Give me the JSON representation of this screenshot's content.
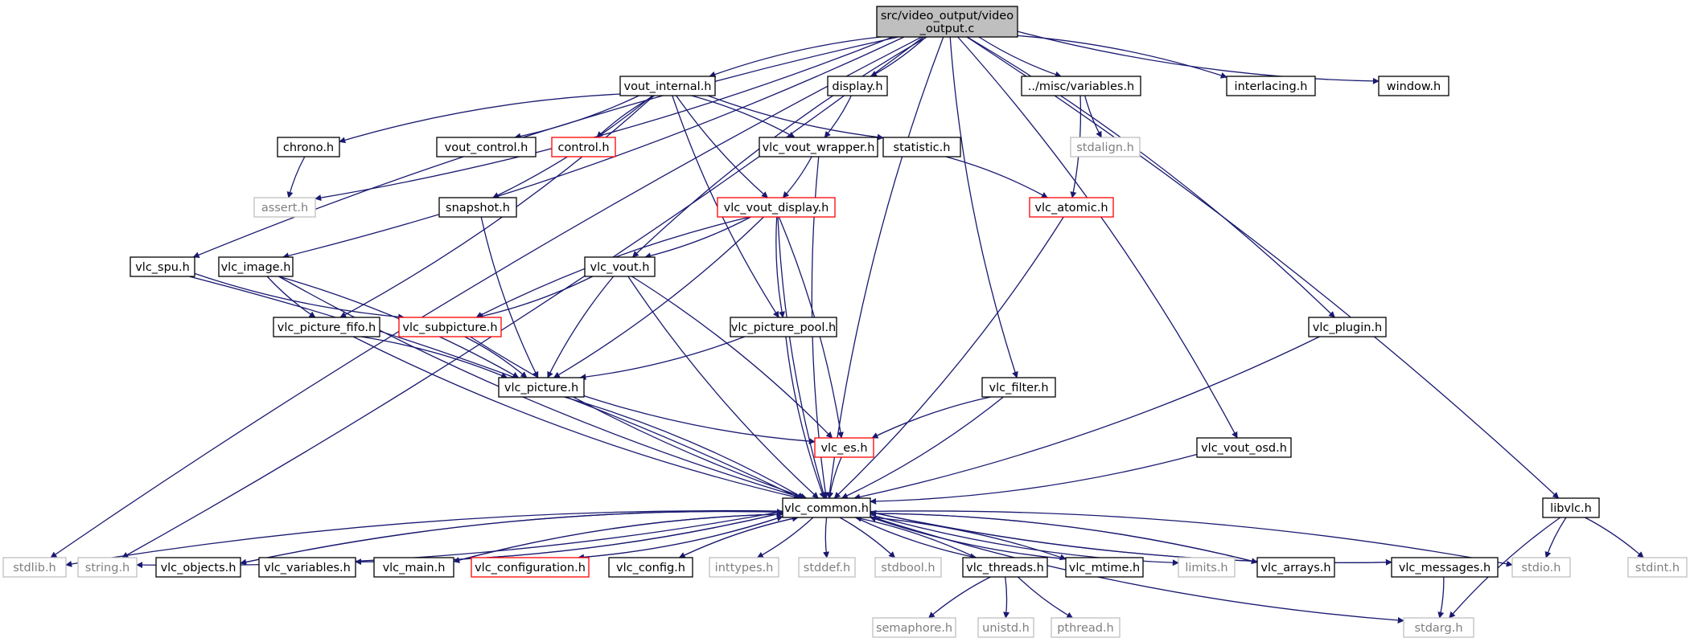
{
  "colors": {
    "edge": "#191970",
    "root_fill": "#bfbfbf",
    "normal_border": "#000000",
    "truncated_border": "#ff0000",
    "missing_border": "#bfbfbf",
    "missing_text": "#7f7f7f",
    "text": "#000000"
  },
  "nodes": [
    {
      "id": "root",
      "lines": [
        "src/video_output/video",
        "_output.c"
      ],
      "style": "root"
    },
    {
      "id": "vout_internal",
      "lines": [
        "vout_internal.h"
      ],
      "style": "normal"
    },
    {
      "id": "display",
      "lines": [
        "display.h"
      ],
      "style": "normal"
    },
    {
      "id": "misc_variables",
      "lines": [
        "../misc/variables.h"
      ],
      "style": "normal"
    },
    {
      "id": "interlacing",
      "lines": [
        "interlacing.h"
      ],
      "style": "normal"
    },
    {
      "id": "window",
      "lines": [
        "window.h"
      ],
      "style": "normal"
    },
    {
      "id": "chrono",
      "lines": [
        "chrono.h"
      ],
      "style": "normal"
    },
    {
      "id": "vout_control",
      "lines": [
        "vout_control.h"
      ],
      "style": "normal"
    },
    {
      "id": "control",
      "lines": [
        "control.h"
      ],
      "style": "truncated"
    },
    {
      "id": "vlc_vout_wrapper",
      "lines": [
        "vlc_vout_wrapper.h"
      ],
      "style": "normal"
    },
    {
      "id": "statistic",
      "lines": [
        "statistic.h"
      ],
      "style": "normal"
    },
    {
      "id": "stdalign",
      "lines": [
        "stdalign.h"
      ],
      "style": "missing"
    },
    {
      "id": "assert",
      "lines": [
        "assert.h"
      ],
      "style": "missing"
    },
    {
      "id": "snapshot",
      "lines": [
        "snapshot.h"
      ],
      "style": "normal"
    },
    {
      "id": "vlc_vout_display",
      "lines": [
        "vlc_vout_display.h"
      ],
      "style": "truncated"
    },
    {
      "id": "vlc_atomic",
      "lines": [
        "vlc_atomic.h"
      ],
      "style": "truncated"
    },
    {
      "id": "vlc_spu",
      "lines": [
        "vlc_spu.h"
      ],
      "style": "normal"
    },
    {
      "id": "vlc_image",
      "lines": [
        "vlc_image.h"
      ],
      "style": "normal"
    },
    {
      "id": "vlc_vout",
      "lines": [
        "vlc_vout.h"
      ],
      "style": "normal"
    },
    {
      "id": "vlc_picture_fifo",
      "lines": [
        "vlc_picture_fifo.h"
      ],
      "style": "normal"
    },
    {
      "id": "vlc_subpicture",
      "lines": [
        "vlc_subpicture.h"
      ],
      "style": "truncated"
    },
    {
      "id": "vlc_picture_pool",
      "lines": [
        "vlc_picture_pool.h"
      ],
      "style": "normal"
    },
    {
      "id": "vlc_plugin",
      "lines": [
        "vlc_plugin.h"
      ],
      "style": "normal"
    },
    {
      "id": "vlc_picture",
      "lines": [
        "vlc_picture.h"
      ],
      "style": "normal"
    },
    {
      "id": "vlc_filter",
      "lines": [
        "vlc_filter.h"
      ],
      "style": "normal"
    },
    {
      "id": "vlc_es",
      "lines": [
        "vlc_es.h"
      ],
      "style": "truncated"
    },
    {
      "id": "vlc_vout_osd",
      "lines": [
        "vlc_vout_osd.h"
      ],
      "style": "normal"
    },
    {
      "id": "vlc_common",
      "lines": [
        "vlc_common.h"
      ],
      "style": "normal"
    },
    {
      "id": "libvlc",
      "lines": [
        "libvlc.h"
      ],
      "style": "normal"
    },
    {
      "id": "stdlib",
      "lines": [
        "stdlib.h"
      ],
      "style": "missing"
    },
    {
      "id": "string",
      "lines": [
        "string.h"
      ],
      "style": "missing"
    },
    {
      "id": "vlc_objects",
      "lines": [
        "vlc_objects.h"
      ],
      "style": "normal"
    },
    {
      "id": "vlc_variables",
      "lines": [
        "vlc_variables.h"
      ],
      "style": "normal"
    },
    {
      "id": "vlc_main",
      "lines": [
        "vlc_main.h"
      ],
      "style": "normal"
    },
    {
      "id": "vlc_configuration",
      "lines": [
        "vlc_configuration.h"
      ],
      "style": "truncated"
    },
    {
      "id": "vlc_config",
      "lines": [
        "vlc_config.h"
      ],
      "style": "normal"
    },
    {
      "id": "inttypes",
      "lines": [
        "inttypes.h"
      ],
      "style": "missing"
    },
    {
      "id": "stddef",
      "lines": [
        "stddef.h"
      ],
      "style": "missing"
    },
    {
      "id": "stdbool",
      "lines": [
        "stdbool.h"
      ],
      "style": "missing"
    },
    {
      "id": "vlc_threads",
      "lines": [
        "vlc_threads.h"
      ],
      "style": "normal"
    },
    {
      "id": "vlc_mtime",
      "lines": [
        "vlc_mtime.h"
      ],
      "style": "normal"
    },
    {
      "id": "limits",
      "lines": [
        "limits.h"
      ],
      "style": "missing"
    },
    {
      "id": "vlc_arrays",
      "lines": [
        "vlc_arrays.h"
      ],
      "style": "normal"
    },
    {
      "id": "vlc_messages",
      "lines": [
        "vlc_messages.h"
      ],
      "style": "normal"
    },
    {
      "id": "stdio",
      "lines": [
        "stdio.h"
      ],
      "style": "missing"
    },
    {
      "id": "stdint",
      "lines": [
        "stdint.h"
      ],
      "style": "missing"
    },
    {
      "id": "semaphore",
      "lines": [
        "semaphore.h"
      ],
      "style": "missing"
    },
    {
      "id": "unistd",
      "lines": [
        "unistd.h"
      ],
      "style": "missing"
    },
    {
      "id": "pthread",
      "lines": [
        "pthread.h"
      ],
      "style": "missing"
    },
    {
      "id": "stdarg",
      "lines": [
        "stdarg.h"
      ],
      "style": "missing"
    }
  ],
  "edges": [
    [
      "root",
      "vout_internal"
    ],
    [
      "root",
      "display"
    ],
    [
      "root",
      "misc_variables"
    ],
    [
      "root",
      "interlacing"
    ],
    [
      "root",
      "window"
    ],
    [
      "root",
      "assert"
    ],
    [
      "root",
      "vlc_spu"
    ],
    [
      "root",
      "vlc_image"
    ],
    [
      "root",
      "vlc_vout"
    ],
    [
      "root",
      "vlc_plugin"
    ],
    [
      "root",
      "vlc_filter"
    ],
    [
      "root",
      "vlc_vout_osd"
    ],
    [
      "root",
      "vlc_common"
    ],
    [
      "root",
      "libvlc"
    ],
    [
      "root",
      "stdlib"
    ],
    [
      "root",
      "string"
    ],
    [
      "vout_internal",
      "chrono"
    ],
    [
      "vout_internal",
      "vout_control"
    ],
    [
      "vout_internal",
      "control"
    ],
    [
      "vout_internal",
      "vlc_vout_wrapper"
    ],
    [
      "vout_internal",
      "statistic"
    ],
    [
      "vout_internal",
      "snapshot"
    ],
    [
      "vout_internal",
      "vlc_vout_display"
    ],
    [
      "vout_internal",
      "vlc_picture_fifo"
    ],
    [
      "vout_internal",
      "vlc_picture_pool"
    ],
    [
      "display",
      "vlc_vout_wrapper"
    ],
    [
      "misc_variables",
      "stdalign"
    ],
    [
      "misc_variables",
      "vlc_atomic"
    ],
    [
      "chrono",
      "assert"
    ],
    [
      "vlc_vout_wrapper",
      "vlc_vout_display"
    ],
    [
      "vlc_vout_wrapper",
      "vlc_common"
    ],
    [
      "statistic",
      "vlc_atomic"
    ],
    [
      "snapshot",
      "vlc_picture"
    ],
    [
      "vlc_vout_display",
      "vlc_vout"
    ],
    [
      "vlc_vout_display",
      "vlc_subpicture"
    ],
    [
      "vlc_vout_display",
      "vlc_picture"
    ],
    [
      "vlc_vout_display",
      "vlc_picture_pool"
    ],
    [
      "vlc_vout_display",
      "vlc_es"
    ],
    [
      "vlc_vout_display",
      "vlc_common"
    ],
    [
      "vlc_atomic",
      "vlc_common"
    ],
    [
      "vlc_spu",
      "vlc_subpicture"
    ],
    [
      "vlc_spu",
      "vlc_common"
    ],
    [
      "vlc_image",
      "vlc_picture_fifo"
    ],
    [
      "vlc_image",
      "vlc_picture"
    ],
    [
      "vlc_image",
      "vlc_common"
    ],
    [
      "vlc_vout",
      "vlc_subpicture"
    ],
    [
      "vlc_vout",
      "vlc_picture"
    ],
    [
      "vlc_vout",
      "vlc_es"
    ],
    [
      "vlc_vout",
      "vlc_common"
    ],
    [
      "vlc_picture_fifo",
      "vlc_picture"
    ],
    [
      "vlc_picture_fifo",
      "vlc_common"
    ],
    [
      "vlc_subpicture",
      "vlc_picture"
    ],
    [
      "vlc_subpicture",
      "vlc_common"
    ],
    [
      "vlc_picture_pool",
      "vlc_picture"
    ],
    [
      "vlc_picture_pool",
      "vlc_common"
    ],
    [
      "vlc_plugin",
      "vlc_common"
    ],
    [
      "vlc_picture",
      "vlc_es"
    ],
    [
      "vlc_picture",
      "vlc_common"
    ],
    [
      "vlc_filter",
      "vlc_es"
    ],
    [
      "vlc_filter",
      "vlc_common"
    ],
    [
      "vlc_es",
      "vlc_common"
    ],
    [
      "vlc_vout_osd",
      "vlc_common"
    ],
    [
      "vlc_common",
      "stdlib"
    ],
    [
      "vlc_common",
      "string"
    ],
    [
      "vlc_common",
      "vlc_objects"
    ],
    [
      "vlc_common",
      "vlc_variables"
    ],
    [
      "vlc_common",
      "vlc_main"
    ],
    [
      "vlc_common",
      "vlc_configuration"
    ],
    [
      "vlc_common",
      "vlc_config"
    ],
    [
      "vlc_common",
      "inttypes"
    ],
    [
      "vlc_common",
      "stddef"
    ],
    [
      "vlc_common",
      "stdbool"
    ],
    [
      "vlc_common",
      "vlc_threads"
    ],
    [
      "vlc_common",
      "vlc_mtime"
    ],
    [
      "vlc_common",
      "limits"
    ],
    [
      "vlc_common",
      "vlc_arrays"
    ],
    [
      "vlc_common",
      "vlc_messages"
    ],
    [
      "vlc_common",
      "stdio"
    ],
    [
      "vlc_common",
      "stdarg"
    ],
    [
      "vlc_objects",
      "vlc_common"
    ],
    [
      "vlc_variables",
      "vlc_common"
    ],
    [
      "vlc_main",
      "vlc_common"
    ],
    [
      "vlc_configuration",
      "vlc_common"
    ],
    [
      "vlc_config",
      "vlc_common"
    ],
    [
      "vlc_threads",
      "vlc_common"
    ],
    [
      "vlc_mtime",
      "vlc_common"
    ],
    [
      "vlc_arrays",
      "vlc_common"
    ],
    [
      "vlc_messages",
      "vlc_common"
    ],
    [
      "vlc_threads",
      "semaphore"
    ],
    [
      "vlc_threads",
      "unistd"
    ],
    [
      "vlc_threads",
      "pthread"
    ],
    [
      "vlc_messages",
      "stdarg"
    ],
    [
      "libvlc",
      "stdio"
    ],
    [
      "libvlc",
      "stdint"
    ],
    [
      "libvlc",
      "stdarg"
    ]
  ]
}
